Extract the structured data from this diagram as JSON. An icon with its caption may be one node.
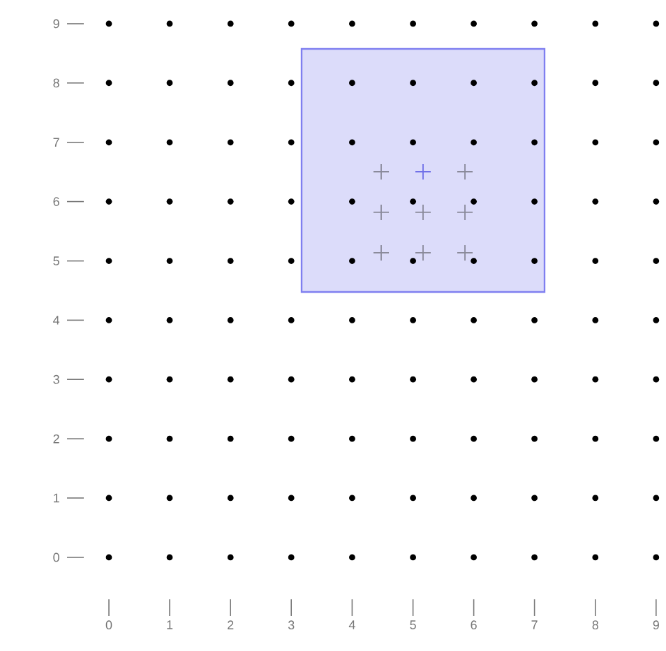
{
  "diagram": {
    "labels": [
      "9",
      "8",
      "7",
      "6",
      "5",
      "4",
      "3",
      "2",
      "1",
      "0",
      "0",
      "1",
      "2",
      "3",
      "4",
      "5",
      "6",
      "7",
      "8",
      "9"
    ]
  }
}
